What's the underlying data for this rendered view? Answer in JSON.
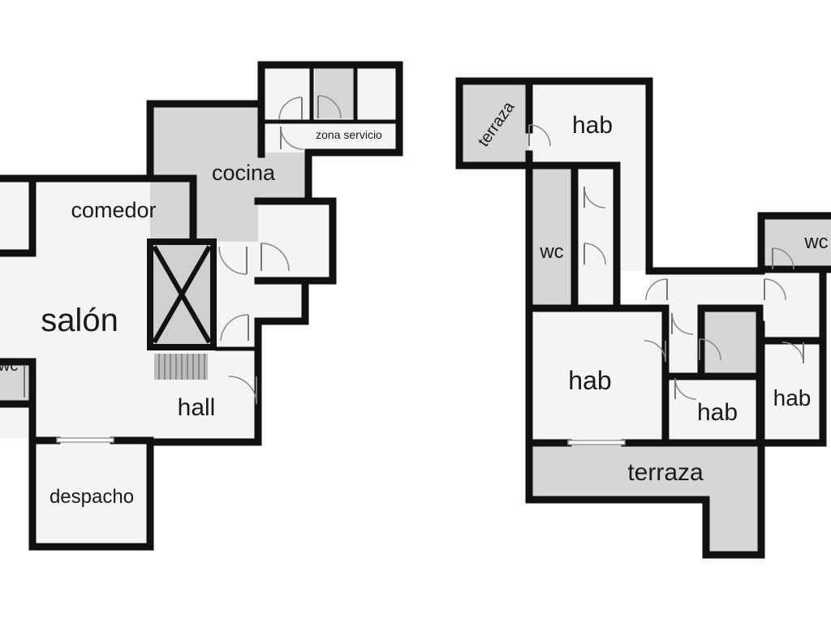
{
  "rooms": {
    "comedor": "comedor",
    "salon": "salón",
    "cocina": "cocina",
    "zona_servicio": "zona servicio",
    "wc_left": "wc",
    "hall": "hall",
    "despacho": "despacho",
    "terraza_top": "terraza",
    "hab_top": "hab",
    "wc_mid": "wc",
    "wc_right": "wc",
    "hab_big": "hab",
    "hab_small_center": "hab",
    "hab_small_right": "hab",
    "terraza_bottom": "terraza"
  },
  "colors": {
    "wall": "#111111",
    "floor_grey": "#d6d6d6",
    "floor_white": "#f4f4f4"
  }
}
